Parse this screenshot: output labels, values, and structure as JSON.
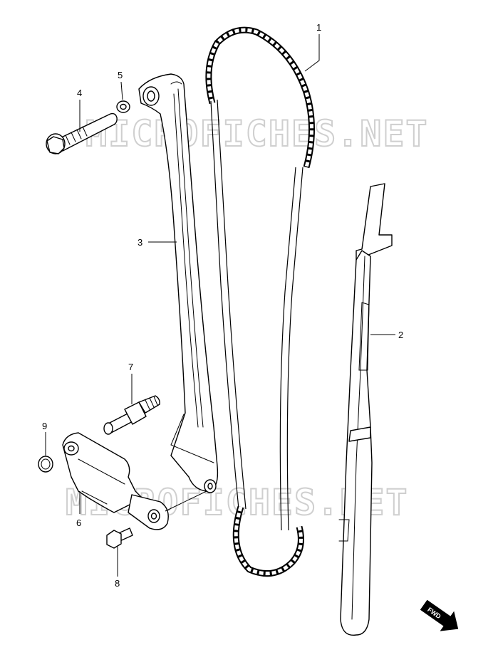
{
  "watermark": "MICROFICHES.NET",
  "fwd_label": "FWD",
  "callouts": {
    "p1": "1",
    "p2": "2",
    "p3": "3",
    "p4": "4",
    "p5": "5",
    "p6": "6",
    "p7": "7",
    "p8": "8",
    "p9": "9"
  },
  "icons": {
    "fwd": "fwd-arrow-icon"
  }
}
